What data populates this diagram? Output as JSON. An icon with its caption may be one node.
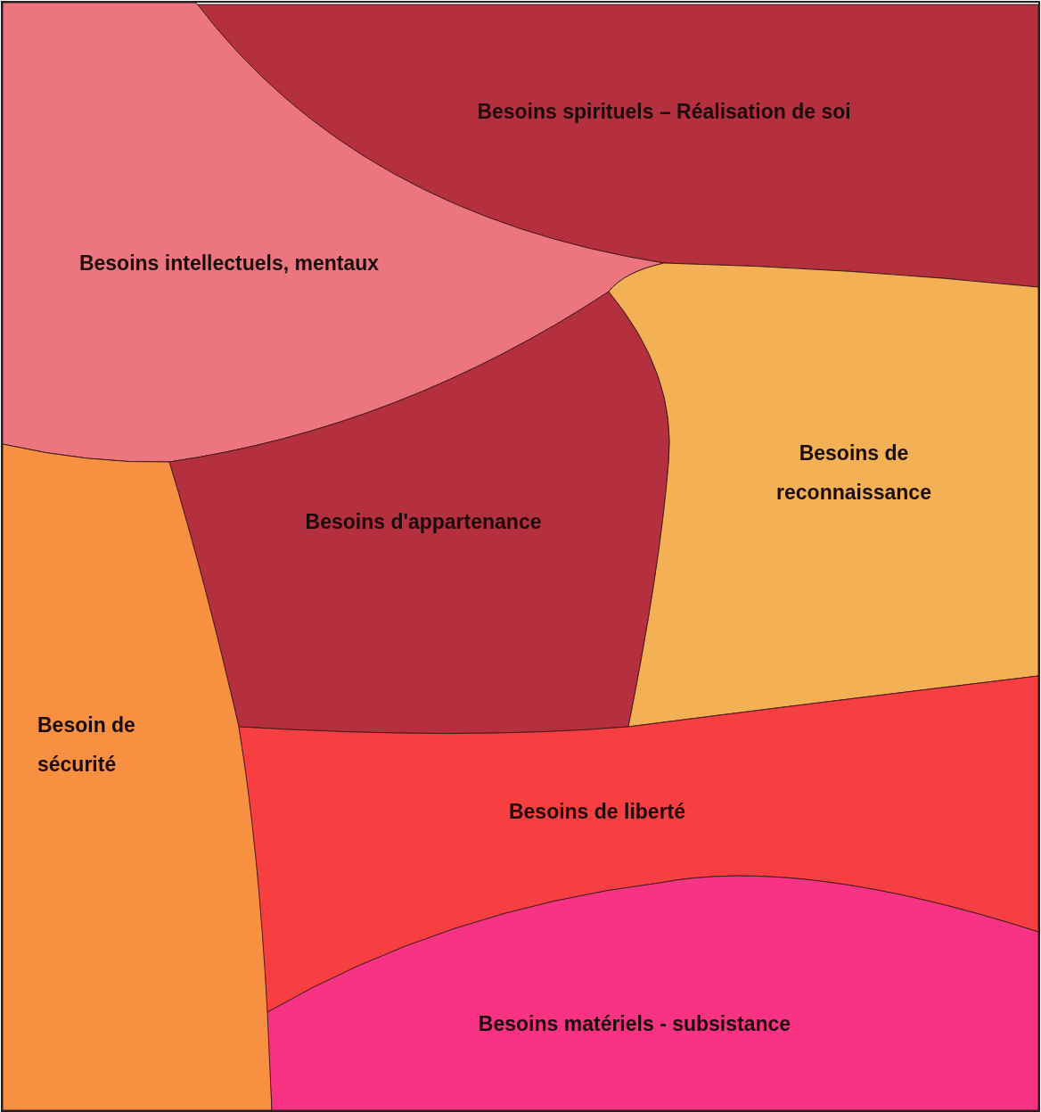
{
  "diagram": {
    "nodes": [
      {
        "text": [
          "Besoins spirituels – Réalisation de soi"
        ]
      },
      {
        "text": [
          "Besoins intellectuels, mentaux"
        ]
      },
      {
        "text": [
          "Besoins d'appartenance"
        ]
      },
      {
        "text": [
          "Besoins de reconnaissance"
        ]
      },
      {
        "text": [
          "Besoin de sécurité"
        ]
      },
      {
        "text": [
          "Besoins de liberté"
        ]
      },
      {
        "text": [
          "Besoins matériels - subsistance"
        ]
      }
    ]
  }
}
